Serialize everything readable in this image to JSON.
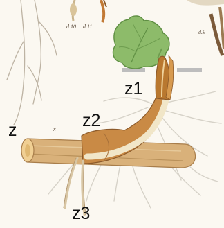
{
  "labels": {
    "z1": "z1",
    "z2": "z2",
    "z": "z",
    "z3": "z3"
  },
  "plate_marks": {
    "d10": "d.10",
    "d11": "d.11",
    "d9": "d.9",
    "x": "x"
  },
  "colors": {
    "leaf": "#8dbb6a",
    "leaf_dark": "#5f8f43",
    "stem_bark": "#d9b17a",
    "stem_shadow": "#a87d4a",
    "shoot_brown": "#b9782f",
    "shoot_pale": "#f1e6c8",
    "roots": "#d6d2c8",
    "background": "#fbf8f1"
  }
}
